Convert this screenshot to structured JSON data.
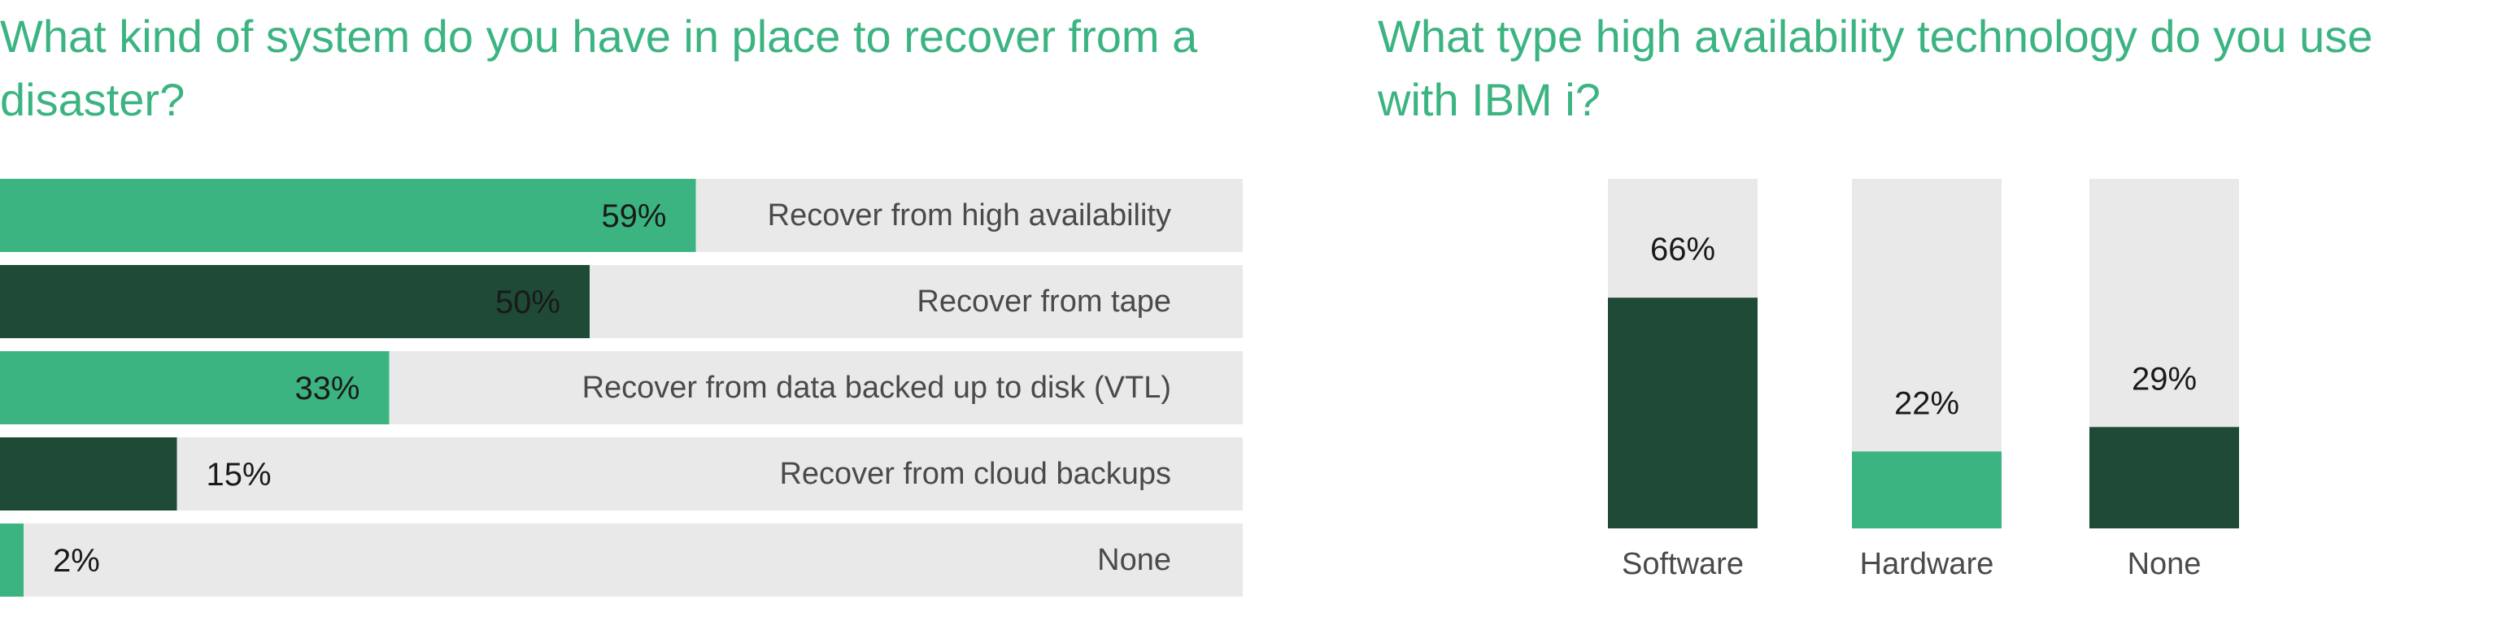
{
  "colors": {
    "light_green": "#3cb482",
    "dark_green": "#1e4a36",
    "track": "#e9e9e9",
    "title": "#3cb482"
  },
  "chart_data": [
    {
      "type": "bar",
      "orientation": "horizontal",
      "title": "What kind of system do you have in place to recover from a disaster?",
      "categories": [
        "Recover from high availability",
        "Recover from tape",
        "Recover from data backed up to disk (VTL)",
        "Recover from cloud backups",
        "None"
      ],
      "values": [
        59,
        50,
        33,
        15,
        2
      ],
      "value_labels": [
        "59%",
        "50%",
        "33%",
        "15%",
        "2%"
      ],
      "bar_colors": [
        "#3cb482",
        "#1e4a36",
        "#3cb482",
        "#1e4a36",
        "#3cb482"
      ],
      "xlim": [
        0,
        100
      ],
      "unit": "%"
    },
    {
      "type": "bar",
      "orientation": "vertical",
      "title": "What type high availability technology do you use with IBM i?",
      "categories": [
        "Software",
        "Hardware",
        "None"
      ],
      "values": [
        66,
        22,
        29
      ],
      "value_labels": [
        "66%",
        "22%",
        "29%"
      ],
      "bar_colors": [
        "#1e4a36",
        "#3cb482",
        "#1e4a36"
      ],
      "ylim": [
        0,
        100
      ],
      "unit": "%"
    }
  ]
}
